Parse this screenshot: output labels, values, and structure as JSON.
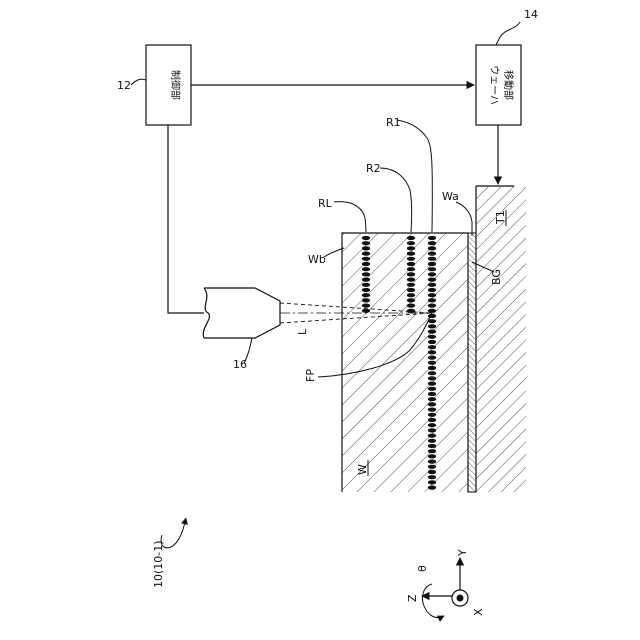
{
  "figure": {
    "system_label": "10(10-1)",
    "controller": {
      "ref": "12",
      "text": "制御部"
    },
    "wafer_mover": {
      "ref": "14",
      "text_line1": "ウェーハ",
      "text_line2": "移動部"
    },
    "laser_head": {
      "ref": "16"
    },
    "labels": {
      "R1": "R1",
      "R2": "R2",
      "RL": "RL",
      "Wa": "Wa",
      "Wb": "Wb",
      "BG": "BG",
      "T1": "T1",
      "L": "L",
      "FP": "FP",
      "W": "W"
    },
    "axes": {
      "z": "Z",
      "theta": "θ",
      "y": "Y",
      "x": "X"
    }
  }
}
